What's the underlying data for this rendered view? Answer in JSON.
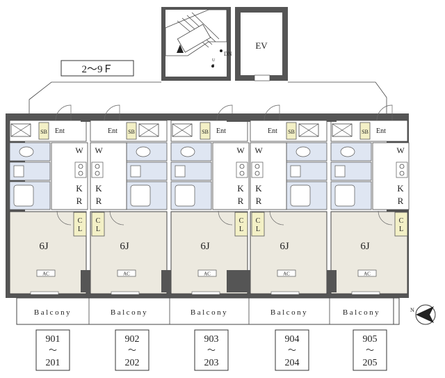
{
  "floor_label": "2～9Ｆ",
  "core": {
    "elevator": "EV",
    "stair_down": "DN",
    "stair_up": "UP"
  },
  "units": [
    {
      "kitchen": "K",
      "refrigerator": "R",
      "washer": "W",
      "entrance": "Ent",
      "shoe_box": "SB",
      "closet": "CL",
      "room": "6J",
      "aircon": "AC",
      "balcony": "Balcony",
      "number_top": "901",
      "tilde": "～",
      "number_bottom": "201"
    },
    {
      "kitchen": "K",
      "refrigerator": "R",
      "washer": "W",
      "entrance": "Ent",
      "shoe_box": "SB",
      "closet": "CL",
      "room": "6J",
      "aircon": "AC",
      "balcony": "Balcony",
      "number_top": "902",
      "tilde": "～",
      "number_bottom": "202"
    },
    {
      "kitchen": "K",
      "refrigerator": "R",
      "washer": "W",
      "entrance": "Ent",
      "shoe_box": "SB",
      "closet": "CL",
      "room": "6J",
      "aircon": "AC",
      "balcony": "Balcony",
      "number_top": "903",
      "tilde": "～",
      "number_bottom": "203"
    },
    {
      "kitchen": "K",
      "refrigerator": "R",
      "washer": "W",
      "entrance": "Ent",
      "shoe_box": "SB",
      "closet": "CL",
      "room": "6J",
      "aircon": "AC",
      "balcony": "Balcony",
      "number_top": "904",
      "tilde": "～",
      "number_bottom": "204"
    },
    {
      "kitchen": "K",
      "refrigerator": "R",
      "washer": "W",
      "entrance": "Ent",
      "shoe_box": "SB",
      "closet": "CL",
      "room": "6J",
      "aircon": "AC",
      "balcony": "Balcony",
      "number_top": "905",
      "tilde": "～",
      "number_bottom": "205"
    }
  ],
  "compass": "N"
}
